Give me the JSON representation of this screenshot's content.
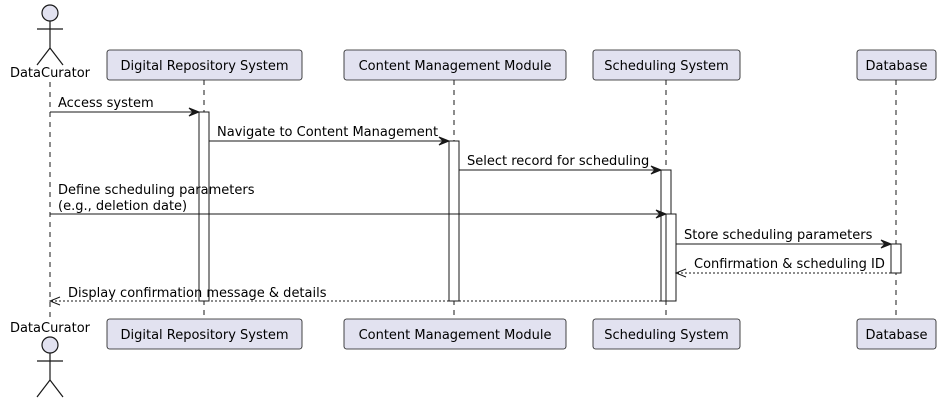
{
  "participants": [
    {
      "id": "curator",
      "kind": "actor",
      "label": "DataCurator"
    },
    {
      "id": "drs",
      "kind": "box",
      "label": "Digital Repository System"
    },
    {
      "id": "cmm",
      "kind": "box",
      "label": "Content Management Module"
    },
    {
      "id": "sched",
      "kind": "box",
      "label": "Scheduling System"
    },
    {
      "id": "db",
      "kind": "box",
      "label": "Database"
    }
  ],
  "messages": [
    {
      "from": "curator",
      "to": "drs",
      "lines": [
        "Access system"
      ],
      "style": "solid"
    },
    {
      "from": "drs",
      "to": "cmm",
      "lines": [
        "Navigate to Content Management"
      ],
      "style": "solid"
    },
    {
      "from": "cmm",
      "to": "sched",
      "lines": [
        "Select record for scheduling"
      ],
      "style": "solid"
    },
    {
      "from": "curator",
      "to": "sched",
      "lines": [
        "Define scheduling parameters",
        "(e.g., deletion date)"
      ],
      "style": "solid"
    },
    {
      "from": "sched",
      "to": "db",
      "lines": [
        "Store scheduling parameters"
      ],
      "style": "solid"
    },
    {
      "from": "db",
      "to": "sched",
      "lines": [
        "Confirmation & scheduling ID"
      ],
      "style": "dashed"
    },
    {
      "from": "sched",
      "to": "curator",
      "lines": [
        "Display confirmation message & details"
      ],
      "style": "dashed"
    }
  ],
  "colors": {
    "participant_fill": "#E2E2F0",
    "participant_border": "#181818",
    "activation_fill": "#ffffff",
    "lifeline": "#181818",
    "arrow": "#181818",
    "text": "#000000"
  }
}
